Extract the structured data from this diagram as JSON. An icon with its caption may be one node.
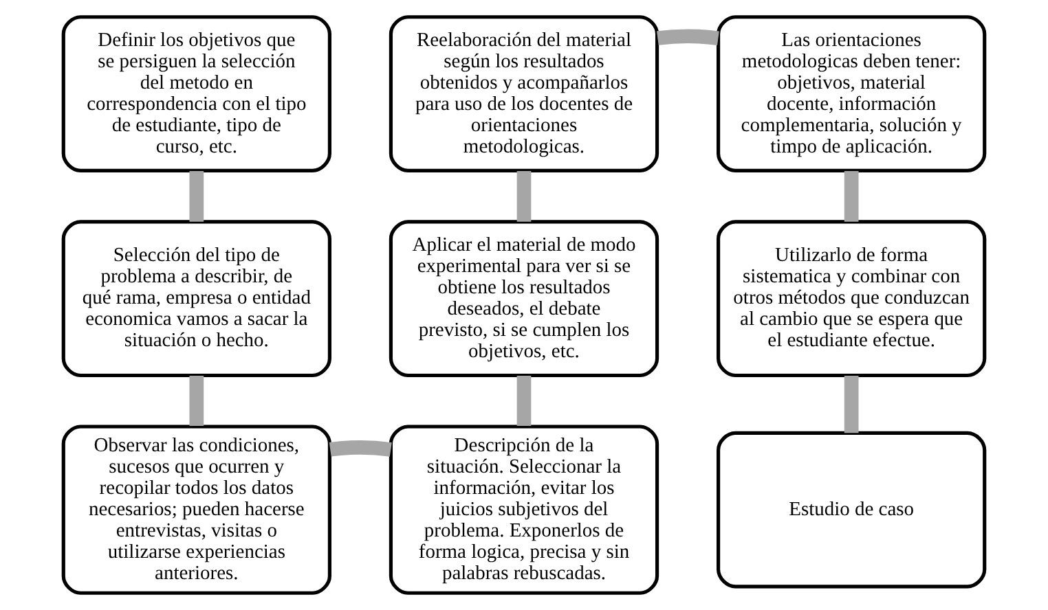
{
  "diagram": {
    "nodes": [
      {
        "text": [
          "Definir los objetivos que se persiguen la selección del metodo en correspondencia con el tipo de estudiante, tipo de curso, etc."
        ]
      },
      {
        "text": [
          "Reelaboración del material según los resultados obtenidos y acompañarlos para uso de los docentes de orientaciones metodologicas."
        ]
      },
      {
        "text": [
          "Las orientaciones metodologicas deben tener: objetivos, material docente, información complementaria, solución y timpo de aplicación."
        ]
      },
      {
        "text": [
          "Selección del tipo de problema a describir, de qué rama, empresa o entidad economica vamos a sacar la situación o hecho."
        ]
      },
      {
        "text": [
          "Aplicar el material de modo experimental para ver si se obtiene los resultados deseados, el debate previsto, si se cumplen los objetivos, etc."
        ]
      },
      {
        "text": [
          "Utilizarlo de forma sistematica y combinar con otros métodos que conduzcan al cambio que se espera que el estudiante efectue."
        ]
      },
      {
        "text": [
          "Observar las condiciones, sucesos que ocurren y recopilar todos los datos necesarios; pueden hacerse entrevistas, visitas o utilizarse experiencias anteriores."
        ]
      },
      {
        "text": [
          "Descripción de la situación. Seleccionar la información, evitar los juicios subjetivos del problema. Exponerlos de forma logica, precisa y sin palabras rebuscadas."
        ]
      },
      {
        "text": [
          "Estudio de caso"
        ]
      }
    ],
    "edges": [
      {
        "from": 0,
        "to": 3,
        "arrow": "none"
      },
      {
        "from": 3,
        "to": 6,
        "arrow": "none"
      },
      {
        "from": 6,
        "to": 7,
        "arrow": "none"
      },
      {
        "from": 7,
        "to": 4,
        "arrow": "none"
      },
      {
        "from": 4,
        "to": 1,
        "arrow": "none"
      },
      {
        "from": 1,
        "to": 2,
        "arrow": "none"
      },
      {
        "from": 2,
        "to": 5,
        "arrow": "none"
      },
      {
        "from": 5,
        "to": 8,
        "arrow": "none"
      }
    ]
  }
}
